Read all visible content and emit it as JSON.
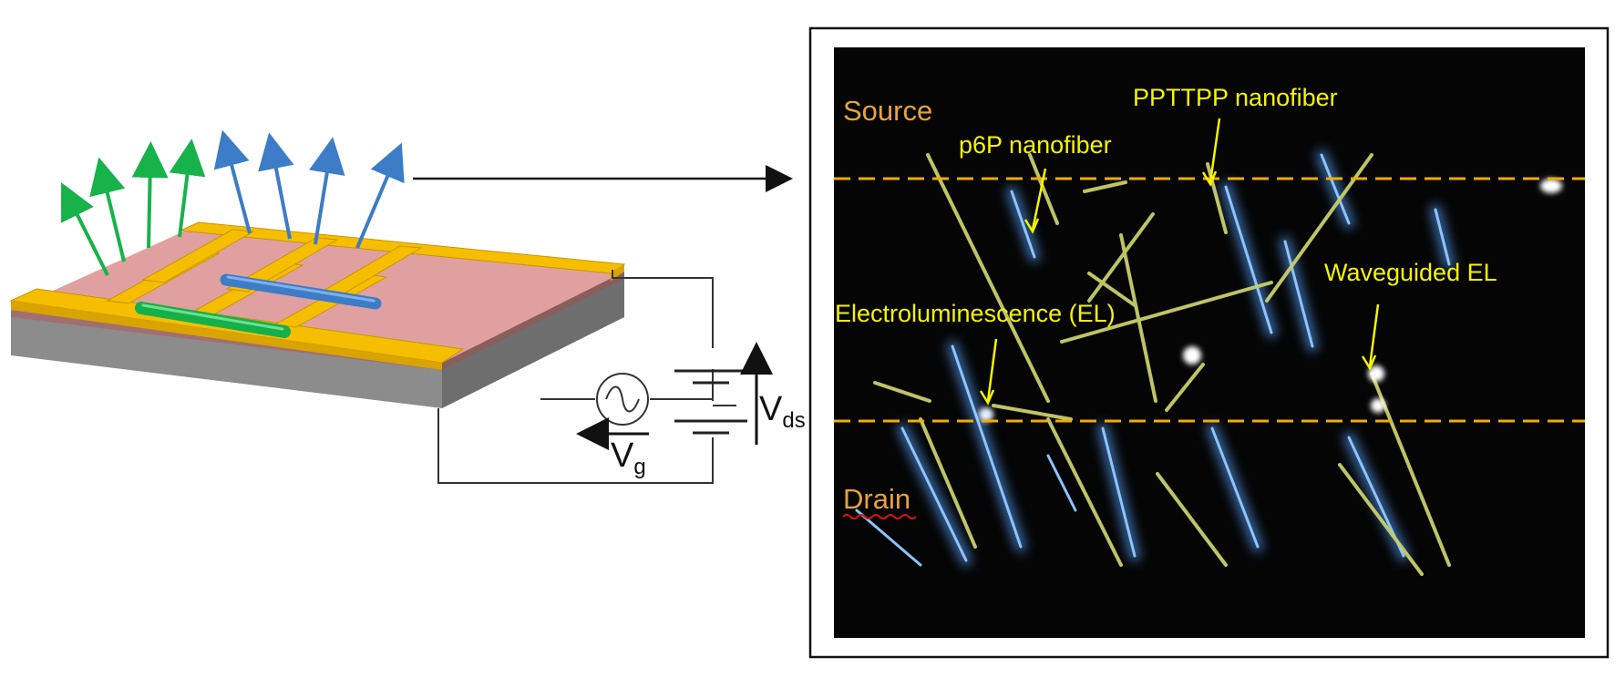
{
  "colors": {
    "gold": "#f5be00",
    "gold_dark": "#c99400",
    "pink": "#e0a0a0",
    "substrate_top": "#9a9a9a",
    "substrate_side": "#7a7a7a",
    "green_arrow": "#17b24a",
    "blue_arrow": "#3d7cc6",
    "fiber_green": "#16b04a",
    "fiber_blue": "#4a86d8",
    "dash": "#f0ad00",
    "micro_bg": "#050505",
    "label_yellow": "#f5f500",
    "label_orange": "#e8a33a"
  },
  "circuit": {
    "vds_main": "V",
    "vds_sub": "ds",
    "vg_main": "V",
    "vg_sub": "g"
  },
  "micrograph": {
    "labels": {
      "source": "Source",
      "drain": "Drain",
      "p6p": "p6P nanofiber",
      "ppttpp": "PPTTPP nanofiber",
      "el": "Electroluminescence (EL)",
      "waveguided": "Waveguided EL"
    }
  }
}
